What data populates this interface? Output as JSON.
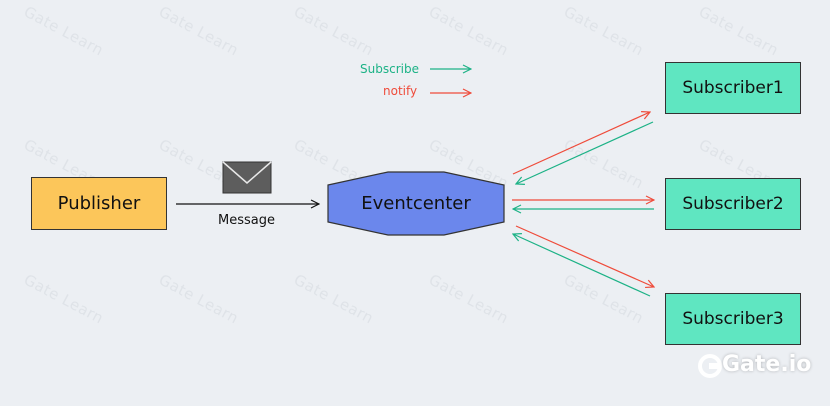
{
  "watermark": {
    "text": "Gate Learn"
  },
  "legend": {
    "subscribe_label": "Subscribe",
    "notify_label": "notify",
    "subscribe_color": "#1cb286",
    "notify_color": "#ef4b3a"
  },
  "nodes": {
    "publisher": "Publisher",
    "eventcenter": "Eventcenter",
    "subscribers": [
      "Subscriber1",
      "Subscriber2",
      "Subscriber3"
    ]
  },
  "message": {
    "label": "Message",
    "icon": "envelope-icon"
  },
  "brand": {
    "text": "Gate.io",
    "icon": "gate-logo-icon"
  },
  "colors": {
    "publisher": "#fcc65a",
    "eventcenter": "#6b87ec",
    "subscriber": "#5fe6c1",
    "background": "#eceff3"
  }
}
